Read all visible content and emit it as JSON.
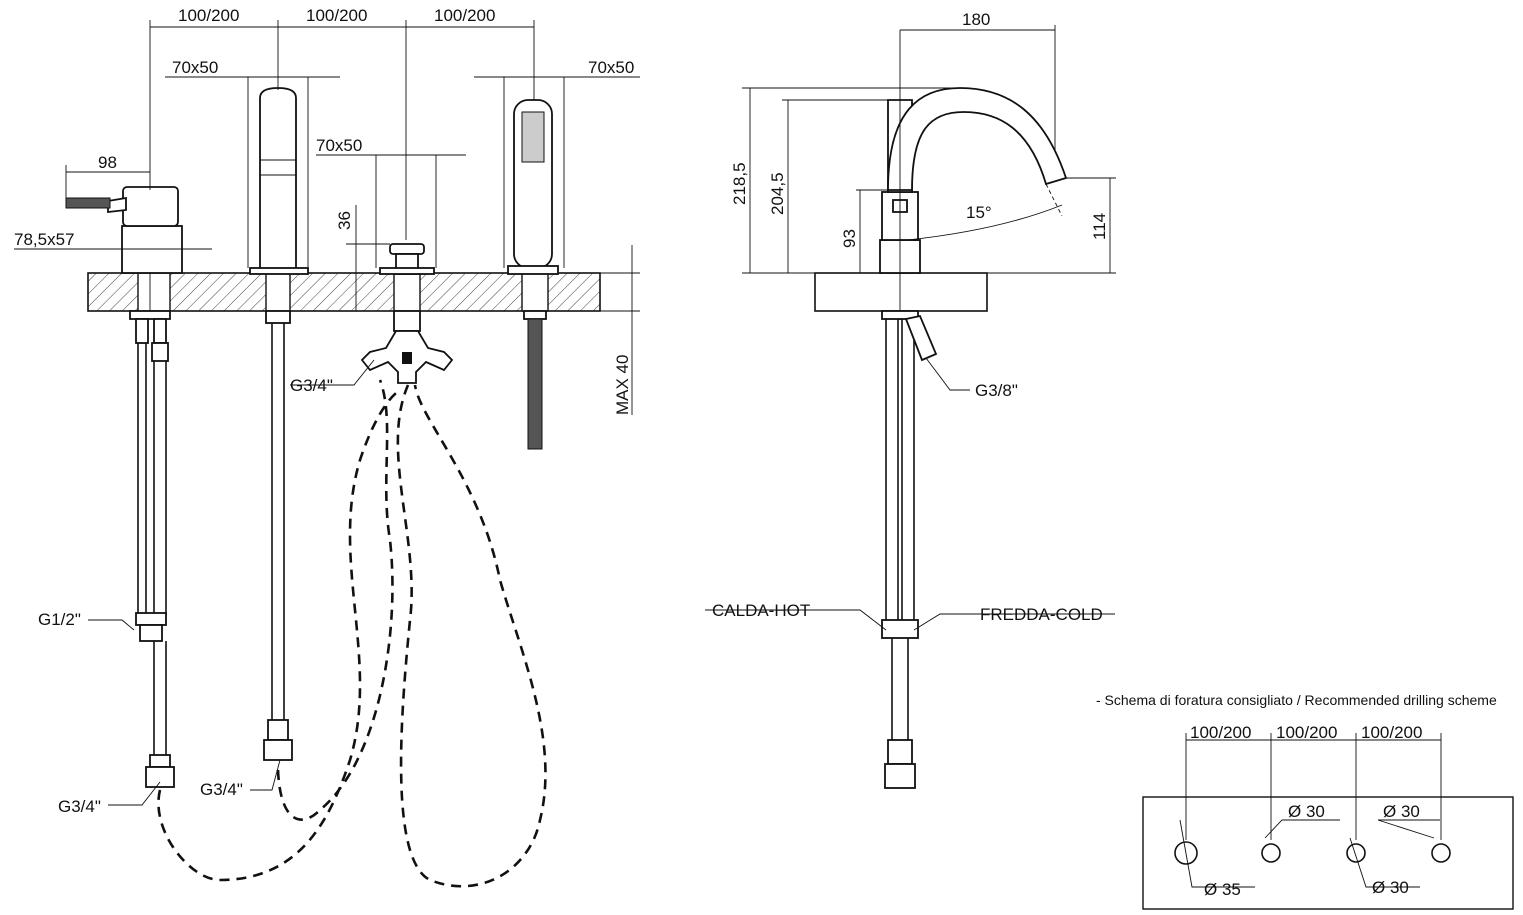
{
  "front_view": {
    "spacing_1": "100/200",
    "spacing_2": "100/200",
    "spacing_3": "100/200",
    "spout_base": "70x50",
    "shower_base": "70x50",
    "diverter_base": "70x50",
    "lever_reach": "98",
    "mixer_base": "78,5x57",
    "diverter_height": "36",
    "deck_thickness": "MAX 40",
    "diverter_connection": "G3/4\"",
    "mixer_inlet": "G1/2\"",
    "mixer_outlet": "G3/4\"",
    "spout_inlet": "G3/4\""
  },
  "side_view": {
    "spout_reach": "180",
    "total_height": "218,5",
    "spout_height": "204,5",
    "body_height": "93",
    "outlet_height": "114",
    "angle": "15°",
    "connection": "G3/8\"",
    "hot_label": "CALDA-HOT",
    "cold_label": "FREDDA-COLD"
  },
  "drilling": {
    "title": "- Schema di foratura consigliato / Recommended drilling scheme",
    "spacing_1": "100/200",
    "spacing_2": "100/200",
    "spacing_3": "100/200",
    "hole_1": "Ø 35",
    "hole_2": "Ø 30",
    "hole_3": "Ø 30",
    "hole_4": "Ø 30"
  }
}
